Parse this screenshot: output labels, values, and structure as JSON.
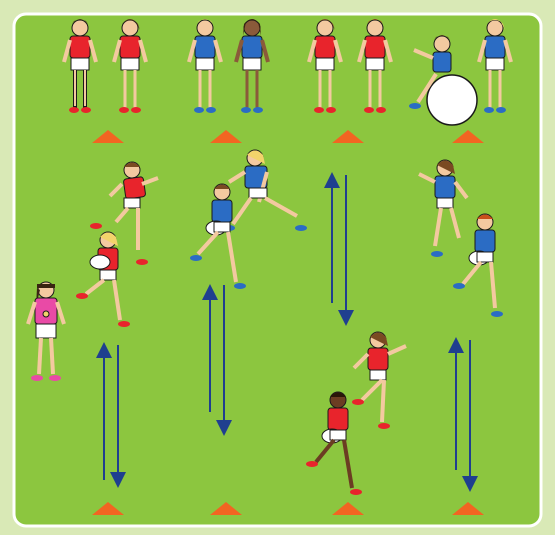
{
  "colors": {
    "frame": "#d9e9b6",
    "pitch": "#8cc63f",
    "pitch_edge": "#ffffff",
    "cone": "#f26522",
    "arrow": "#1f3f8f",
    "team_red": "#e8242c",
    "team_blue": "#2b6cc4",
    "coach": "#e94aa6",
    "shorts": "#ffffff",
    "ball": "#ffffff",
    "outline": "#1a1a1a"
  },
  "lanes_count": 4,
  "cones_per_lane": 2,
  "waiting_groups": [
    {
      "team": "red",
      "players": 2
    },
    {
      "team": "blue",
      "players": 2
    },
    {
      "team": "red",
      "players": 2
    },
    {
      "team": "blue",
      "players": 2
    }
  ],
  "coach_present": true,
  "exercise_ball_present": true,
  "lane_arrows": "up-and-down"
}
